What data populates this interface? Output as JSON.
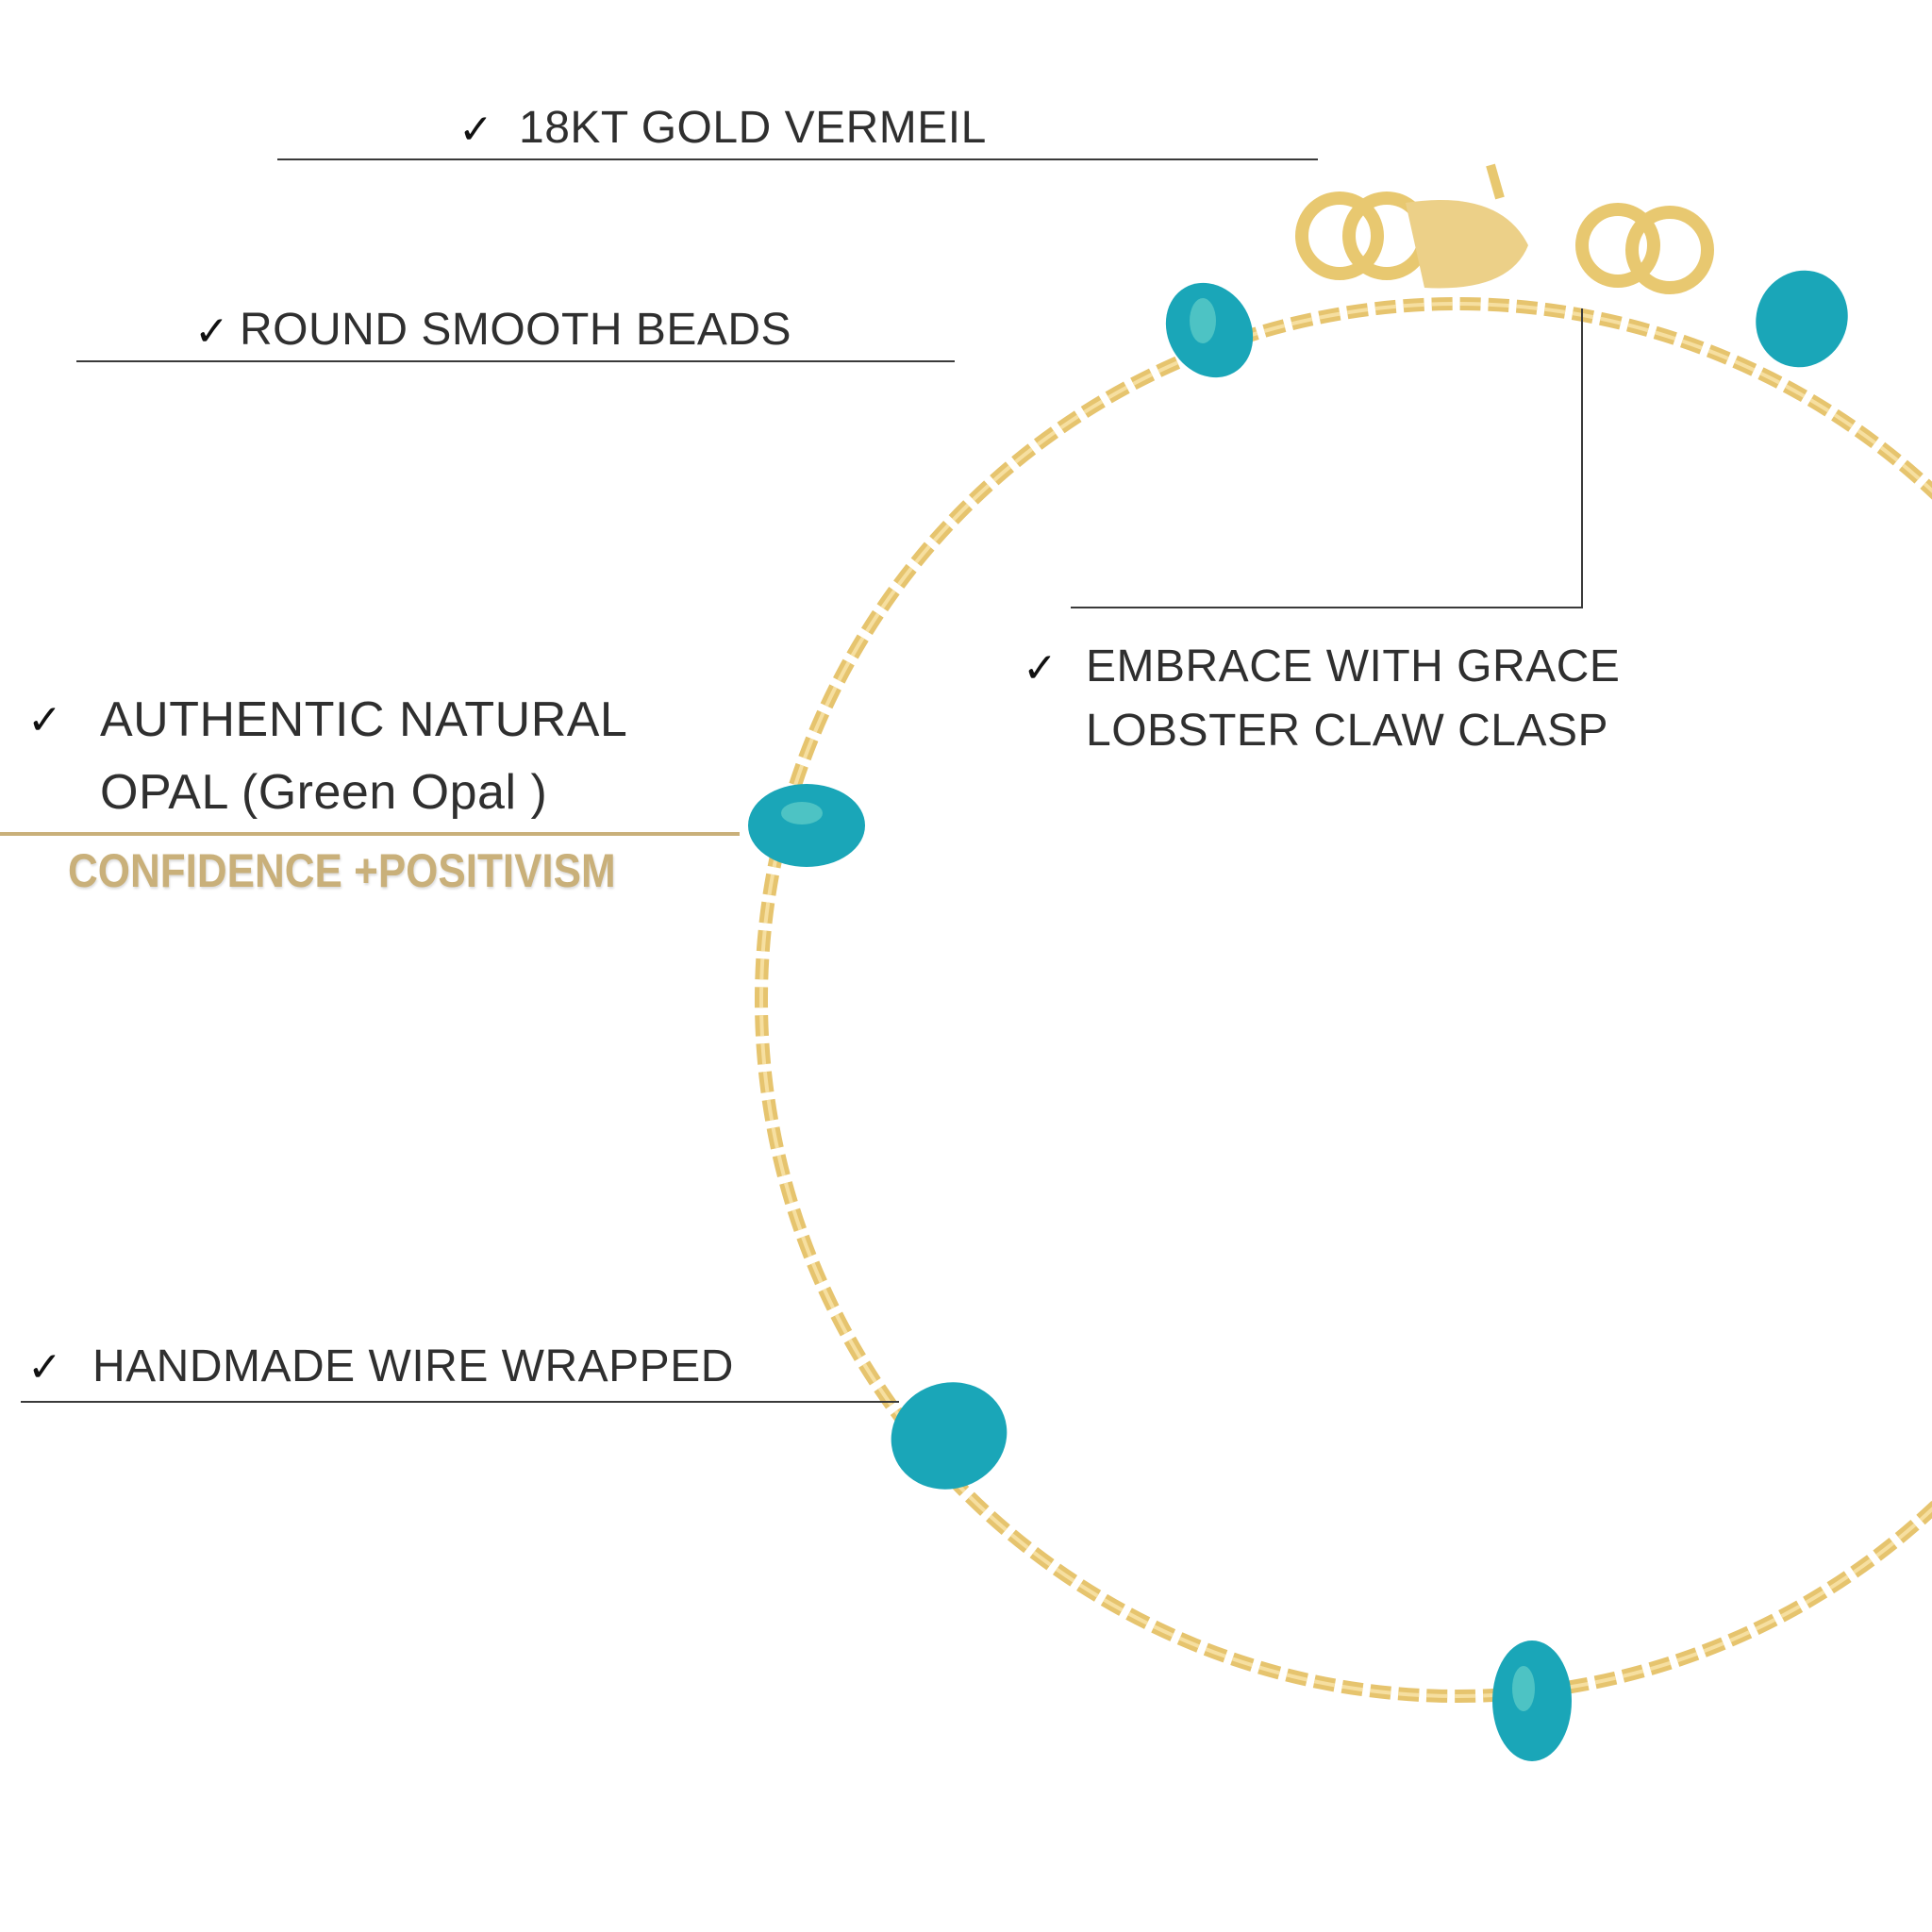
{
  "features": {
    "gold": {
      "check": "✓",
      "label": "18KT GOLD VERMEIL"
    },
    "beads": {
      "check": "✓",
      "label": "ROUND SMOOTH BEADS"
    },
    "clasp": {
      "check": "✓",
      "line1": "EMBRACE WITH GRACE",
      "line2": "LOBSTER CLAW CLASP"
    },
    "opal": {
      "check": "✓",
      "line1": "AUTHENTIC NATURAL",
      "line2": "OPAL (Green Opal )",
      "tagline": "CONFIDENCE +POSITIVISM"
    },
    "handmade": {
      "check": "✓",
      "label": "HANDMADE WIRE WRAPPED"
    }
  },
  "colors": {
    "accent_gold": "#c9b07a",
    "bead": "#1aa6b8"
  }
}
